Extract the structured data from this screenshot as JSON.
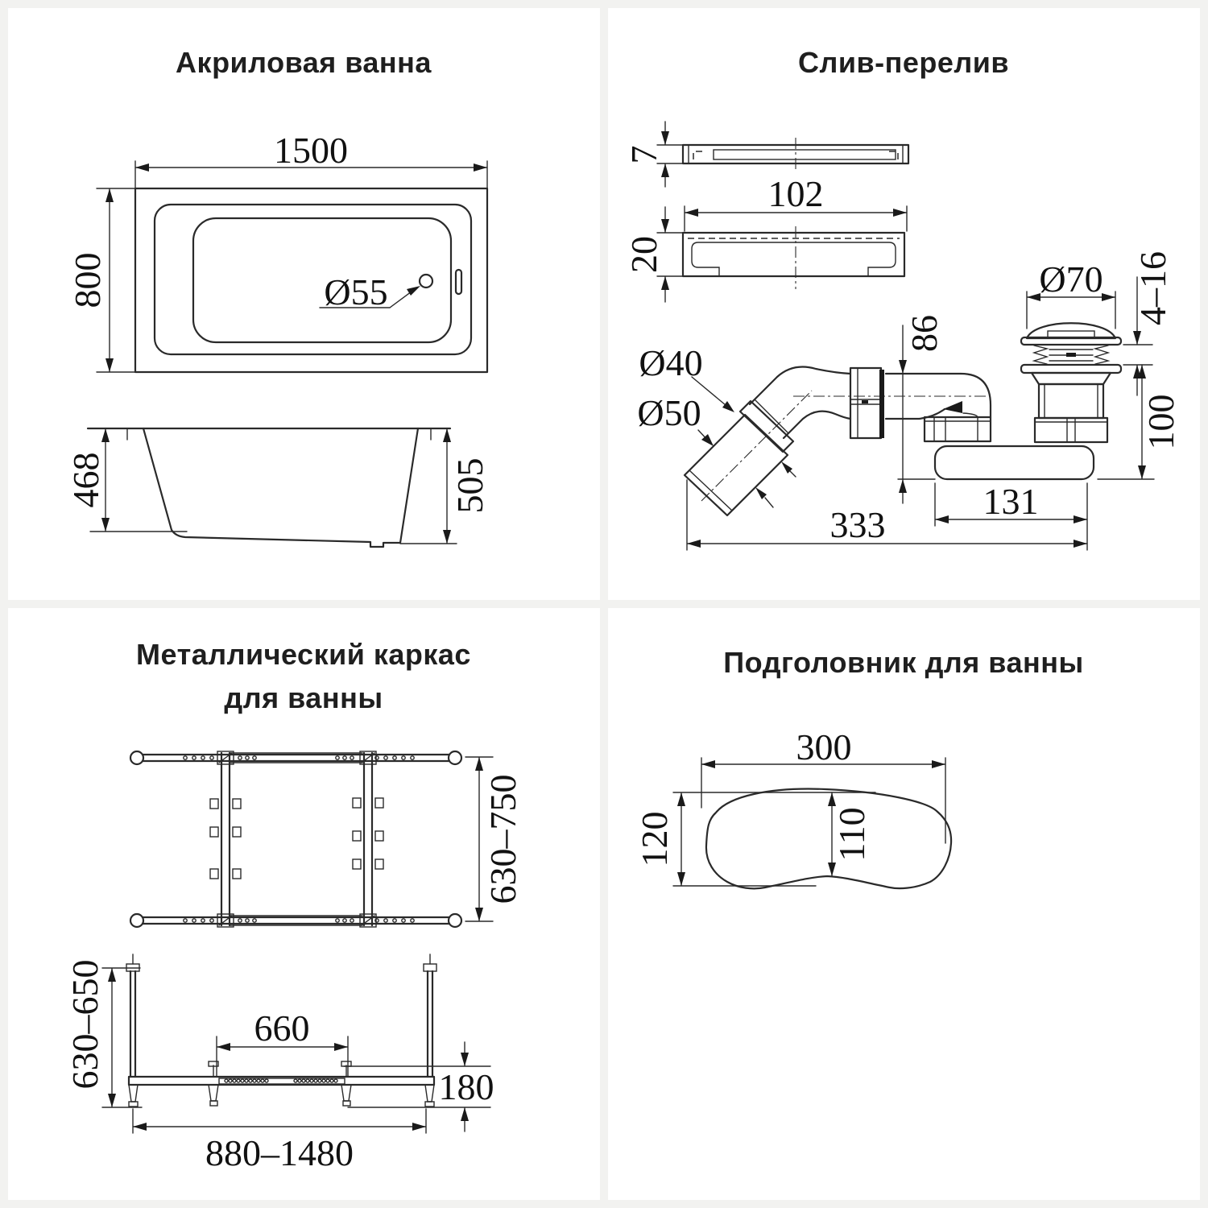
{
  "colors": {
    "background": "#f2f2f0",
    "panel": "#ffffff",
    "line": "#2a2a2a",
    "text": "#1a1a1a"
  },
  "panels": {
    "bath": {
      "title": "Акриловая ванна",
      "length": "1500",
      "width": "800",
      "drain_diameter": "Ø55",
      "inner_height": "468",
      "outer_height": "505"
    },
    "overflow": {
      "title": "Слив-перелив",
      "plate_thickness": "7",
      "plate_length": "102",
      "body_height": "20",
      "cap_diameter": "Ø70",
      "clamp_range": "4–16",
      "inlet_diameter": "Ø40",
      "outlet_diameter": "Ø50",
      "drop_height": "86",
      "unit_height": "100",
      "base_length": "131",
      "total_length": "333"
    },
    "frame": {
      "title_line1": "Металлический каркас",
      "title_line2": "для ванны",
      "width_range": "630–750",
      "leg_height_range": "630–650",
      "center_span": "660",
      "beam_height": "180",
      "length_range": "880–1480"
    },
    "headrest": {
      "title": "Подголовник для ванны",
      "width": "300",
      "depth": "120",
      "inner_depth": "110"
    }
  }
}
